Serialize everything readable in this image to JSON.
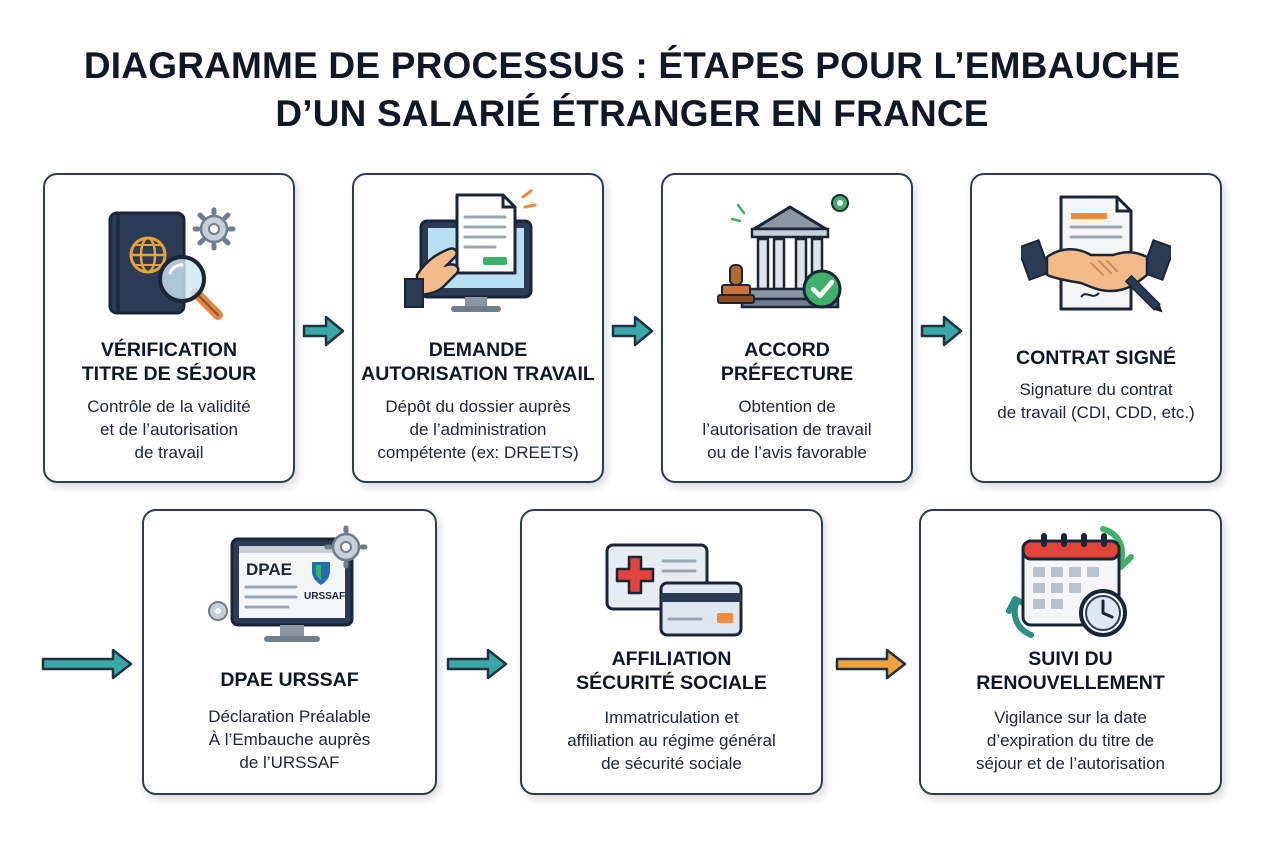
{
  "title": {
    "line1": "DIAGRAMME DE PROCESSUS : ÉTAPES POUR L’EMBAUCHE",
    "line2": "D’UN SALARIÉ ÉTRANGER EN FRANCE"
  },
  "steps": [
    {
      "icon": "passport-magnifier-icon",
      "heading": [
        "VÉRIFICATION",
        "TITRE DE SÉJOUR"
      ],
      "description": [
        "Contrôle de la validité",
        "et de l’autorisation",
        "de travail"
      ]
    },
    {
      "icon": "computer-document-icon",
      "heading": [
        "DEMANDE",
        "AUTORISATION TRAVAIL"
      ],
      "description": [
        "Dépôt du dossier auprès",
        "de l’administration",
        "compétente (ex: DREETS)"
      ]
    },
    {
      "icon": "prefecture-stamp-check-icon",
      "heading": [
        "ACCORD",
        "PRÉFECTURE"
      ],
      "description": [
        "Obtention de",
        "l’autorisation de travail",
        "ou de l’avis favorable"
      ]
    },
    {
      "icon": "handshake-contract-icon",
      "heading": [
        "CONTRAT SIGNÉ"
      ],
      "description": [
        "Signature du contrat",
        "de travail (CDI, CDD, etc.)"
      ]
    },
    {
      "icon": "monitor-dpae-icon",
      "icon_text": {
        "dpae": "DPAE",
        "urssaf": "URSSAF"
      },
      "heading": [
        "DPAE URSSAF"
      ],
      "description": [
        "Déclaration Préalable",
        "À l’Embauche auprès",
        "de l’URSSAF"
      ]
    },
    {
      "icon": "health-card-icon",
      "heading": [
        "AFFILIATION",
        "SÉCURITÉ SOCIALE"
      ],
      "description": [
        "Immatriculation et",
        "affiliation au régime général",
        "de sécurité sociale"
      ]
    },
    {
      "icon": "calendar-clock-renewal-icon",
      "heading": [
        "SUIVI DU",
        "RENOUVELLEMENT"
      ],
      "description": [
        "Vigilance sur la date",
        "d’expiration du titre de",
        "séjour et de l’autorisation"
      ]
    }
  ],
  "colors": {
    "card_border": "#2f3d4f",
    "arrow_teal": "#3aa7a8",
    "arrow_orange": "#f0a340",
    "navy": "#2b3a55",
    "orange": "#f08a3c",
    "green": "#3fb068",
    "red": "#e0443a"
  }
}
